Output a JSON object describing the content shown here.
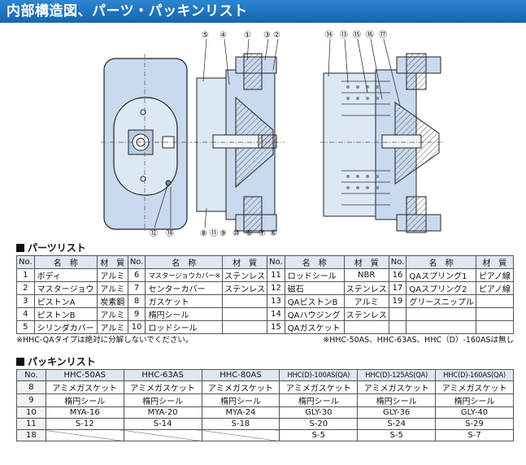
{
  "title": "内部構造図、パーツ・パッキンリスト",
  "drawing": {
    "callouts_top_left": [
      "⑤",
      "④",
      "①",
      "③",
      "②"
    ],
    "callouts_top_right": [
      "⑭",
      "⑬",
      "⑮",
      "⑯",
      "⑰"
    ],
    "callouts_bottom_left": [
      "⑫",
      "⑱"
    ],
    "callouts_bottom_mid": [
      "⑧",
      "⑪",
      "⑨",
      "⑩",
      "⑥",
      "⑦",
      "⑥"
    ]
  },
  "parts_list": {
    "heading": "パーツリスト",
    "header": {
      "no": "No.",
      "name": "名　称",
      "material": "材　質"
    },
    "columns": [
      [
        {
          "no": "1",
          "name": "ボディ",
          "material": "アルミ"
        },
        {
          "no": "2",
          "name": "マスタージョウ",
          "material": "アルミ"
        },
        {
          "no": "3",
          "name": "ピストンA",
          "material": "炭素鋼"
        },
        {
          "no": "4",
          "name": "ピストンB",
          "material": "アルミ"
        },
        {
          "no": "5",
          "name": "シリンダカバー",
          "material": "アルミ"
        }
      ],
      [
        {
          "no": "6",
          "name": "マスタージョウカバー※",
          "material": "ステンレス"
        },
        {
          "no": "7",
          "name": "センターカバー",
          "material": "ステンレス"
        },
        {
          "no": "8",
          "name": "ガスケット",
          "material": ""
        },
        {
          "no": "9",
          "name": "楕円シール",
          "material": ""
        },
        {
          "no": "10",
          "name": "ロッドシール",
          "material": ""
        }
      ],
      [
        {
          "no": "11",
          "name": "ロッドシール",
          "material": "NBR"
        },
        {
          "no": "12",
          "name": "磁石",
          "material": "ステンレス"
        },
        {
          "no": "13",
          "name": "QAピストンB",
          "material": "アルミ"
        },
        {
          "no": "14",
          "name": "QAハウジング",
          "material": "ステンレス"
        },
        {
          "no": "15",
          "name": "QAガスケット",
          "material": ""
        }
      ],
      [
        {
          "no": "16",
          "name": "QAスプリング1",
          "material": "ピアノ線"
        },
        {
          "no": "17",
          "name": "QAスプリング2",
          "material": "ピアノ線"
        },
        {
          "no": "19",
          "name": "グリースニップル",
          "material": ""
        },
        {
          "no": "",
          "name": "",
          "material": ""
        },
        {
          "no": "",
          "name": "",
          "material": ""
        }
      ]
    ],
    "note_left": "※HHC-QAタイプは絶対に分解しないでください。",
    "note_right": "※HHC-50AS、HHC-63AS、HHC（D）-160ASは無し"
  },
  "packing_list": {
    "heading": "パッキンリスト",
    "headers": [
      "No.",
      "HHC-50AS",
      "HHC-63AS",
      "HHC-80AS",
      "HHC(D)-100AS(QA)",
      "HHC(D)-125AS(QA)",
      "HHC(D)-160AS(QA)"
    ],
    "rows": [
      {
        "no": "8",
        "cells": [
          "アミメガスケット",
          "アミメガスケット",
          "アミメガスケット",
          "アミメガスケット",
          "アミメガスケット",
          "アミメガスケット"
        ]
      },
      {
        "no": "9",
        "cells": [
          "楕円シール",
          "楕円シール",
          "楕円シール",
          "楕円シール",
          "楕円シール",
          "楕円シール"
        ]
      },
      {
        "no": "10",
        "cells": [
          "MYA-16",
          "MYA-20",
          "MYA-24",
          "GLY-30",
          "GLY-36",
          "GLY-40"
        ]
      },
      {
        "no": "11",
        "cells": [
          "S-12",
          "S-14",
          "S-18",
          "S-20",
          "S-24",
          "S-29"
        ]
      },
      {
        "no": "18",
        "cells": [
          "",
          "",
          "",
          "S-5",
          "S-5",
          "S-7"
        ]
      }
    ]
  }
}
